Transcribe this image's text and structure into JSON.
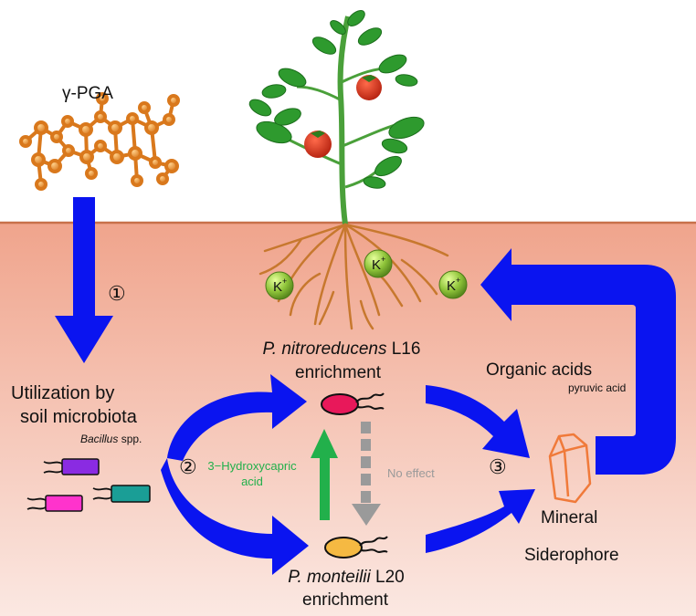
{
  "polymer": {
    "label": "γ-PGA"
  },
  "steps": {
    "s1": "①",
    "s2": "②",
    "s3": "③"
  },
  "microbiota": {
    "line1": "Utilization by",
    "line2": "soil microbiota",
    "genus": "Bacillus",
    "genus_suffix": "spp.",
    "cell_colors": [
      "#8a2be2",
      "#ff33cc",
      "#1a9e96"
    ]
  },
  "l16": {
    "species": "P. nitroreducens",
    "strain": "L16",
    "status": "enrichment",
    "color": "#e8185a"
  },
  "l20": {
    "species": "P. monteilii",
    "strain": "L20",
    "status": "enrichment",
    "color": "#f5b942"
  },
  "signal": {
    "line1": "3−Hydroxycapric",
    "line2": "acid",
    "color": "#22b04b"
  },
  "no_effect": {
    "label": "No effect",
    "color": "#9a9a9a"
  },
  "organic_acids": {
    "title": "Organic acids",
    "example": "pyruvic acid"
  },
  "mineral": {
    "label": "Mineral"
  },
  "siderophore": {
    "label": "Siderophore"
  },
  "potassium": {
    "ion": "K",
    "charge": "+"
  },
  "colors": {
    "arrow": "#0a14f0",
    "soil_top": "#f0a48c",
    "soil_bottom": "#fbe8e2",
    "crystal": "#f07a3a"
  }
}
